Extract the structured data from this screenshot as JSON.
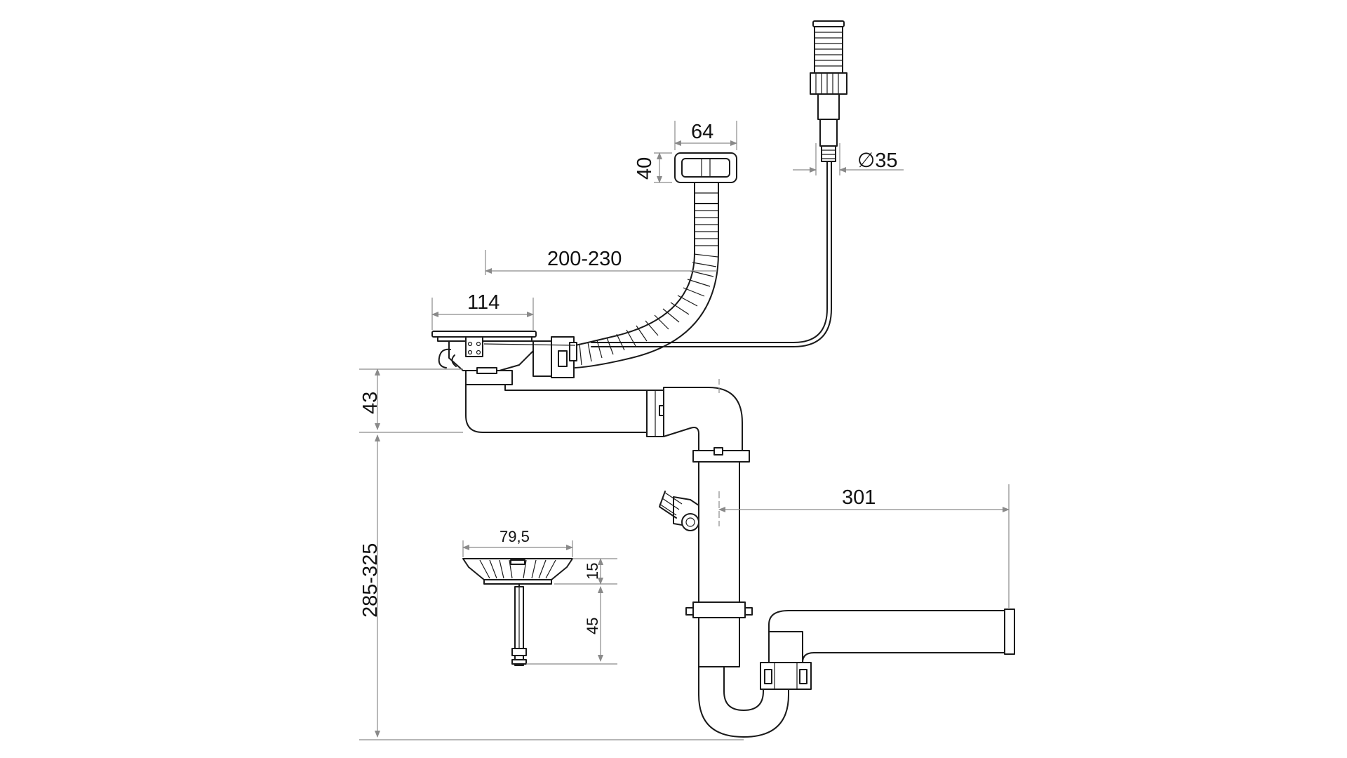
{
  "dimensions": {
    "hose_outlet_width": "64",
    "hose_outlet_height": "40",
    "button_diameter": "∅35",
    "hose_length": "200-230",
    "strainer_width": "114",
    "outlet_drop": "43",
    "siphon_height": "285-325",
    "outlet_pipe_length": "301",
    "basket_diameter": "79,5",
    "basket_height": "15",
    "stem_length": "45"
  },
  "colors": {
    "outline": "#1a1a1a",
    "dimension_line": "#8a8a8a",
    "background": "#ffffff"
  }
}
